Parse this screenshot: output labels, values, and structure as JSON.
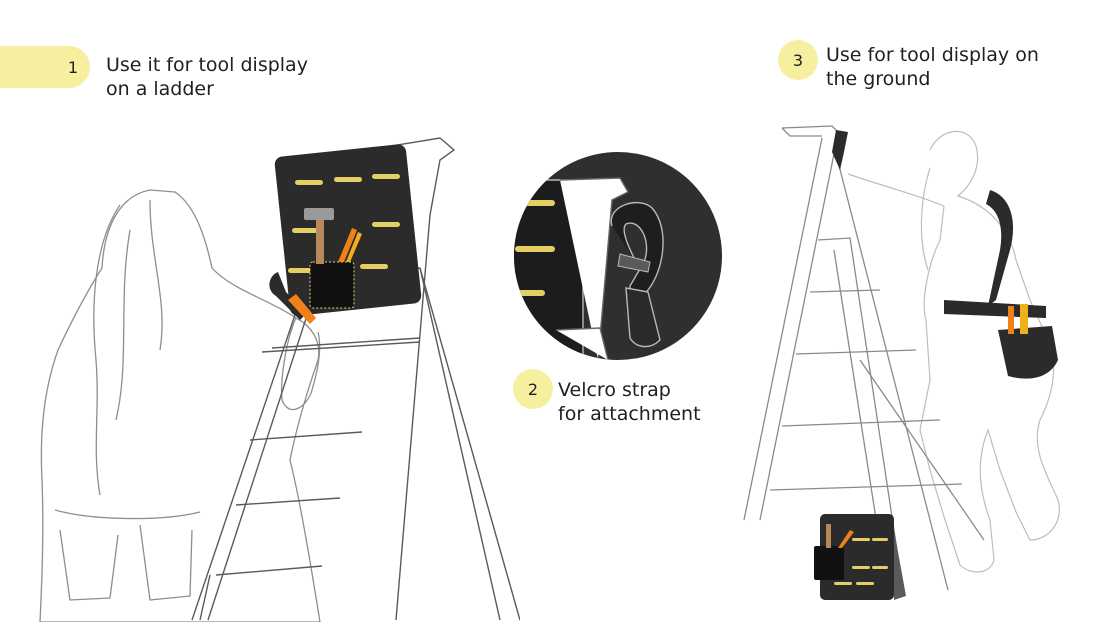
{
  "steps": [
    {
      "number": "1",
      "lines": [
        "Use it for tool display",
        "on a ladder"
      ]
    },
    {
      "number": "2",
      "lines": [
        "Velcro strap",
        "for attachment"
      ]
    },
    {
      "number": "3",
      "lines": [
        "Use for tool display on",
        "the ground"
      ]
    }
  ],
  "colors": {
    "badge": "#f6ef9f",
    "panel": "#2b2b2b",
    "strap": "#e3cf63",
    "accent": "#f0801a",
    "line": "#9a9a9a"
  }
}
